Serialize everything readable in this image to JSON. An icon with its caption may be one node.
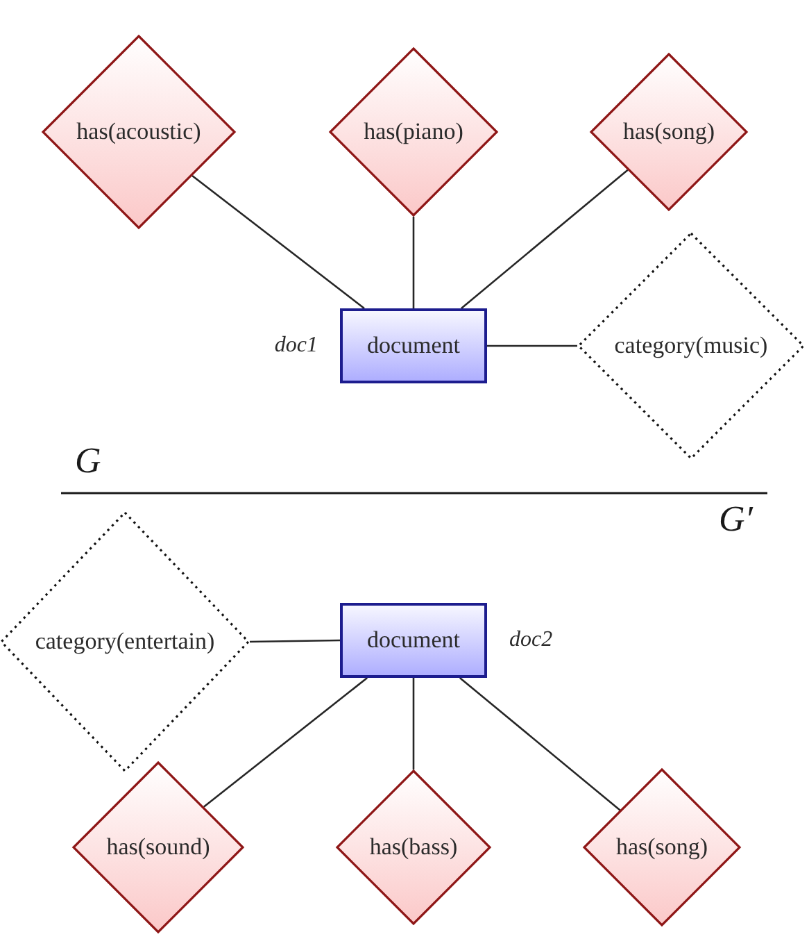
{
  "diagram": {
    "nodes": [
      {
        "text": [
          "has(acoustic)"
        ]
      },
      {
        "text": [
          "has(piano)"
        ]
      },
      {
        "text": [
          "has(song)"
        ]
      },
      {
        "text": [
          "document"
        ],
        "beside": [
          "doc1"
        ]
      },
      {
        "text": [
          "category(music)"
        ]
      },
      {
        "text": [
          "category(entertain)"
        ]
      },
      {
        "text": [
          "document"
        ],
        "beside": [
          "doc2"
        ]
      },
      {
        "text": [
          "has(sound)"
        ]
      },
      {
        "text": [
          "has(bass)"
        ]
      },
      {
        "text": [
          "has(song)"
        ]
      }
    ],
    "edges": [
      {
        "from": 0,
        "to": 3,
        "arrow": "none"
      },
      {
        "from": 1,
        "to": 3,
        "arrow": "none"
      },
      {
        "from": 2,
        "to": 3,
        "arrow": "none"
      },
      {
        "from": 3,
        "to": 4,
        "arrow": "none"
      },
      {
        "from": 5,
        "to": 6,
        "arrow": "none"
      },
      {
        "from": 6,
        "to": 7,
        "arrow": "none"
      },
      {
        "from": 6,
        "to": 8,
        "arrow": "none"
      },
      {
        "from": 6,
        "to": 9,
        "arrow": "none"
      }
    ],
    "labels": [
      "G",
      "G′"
    ]
  }
}
